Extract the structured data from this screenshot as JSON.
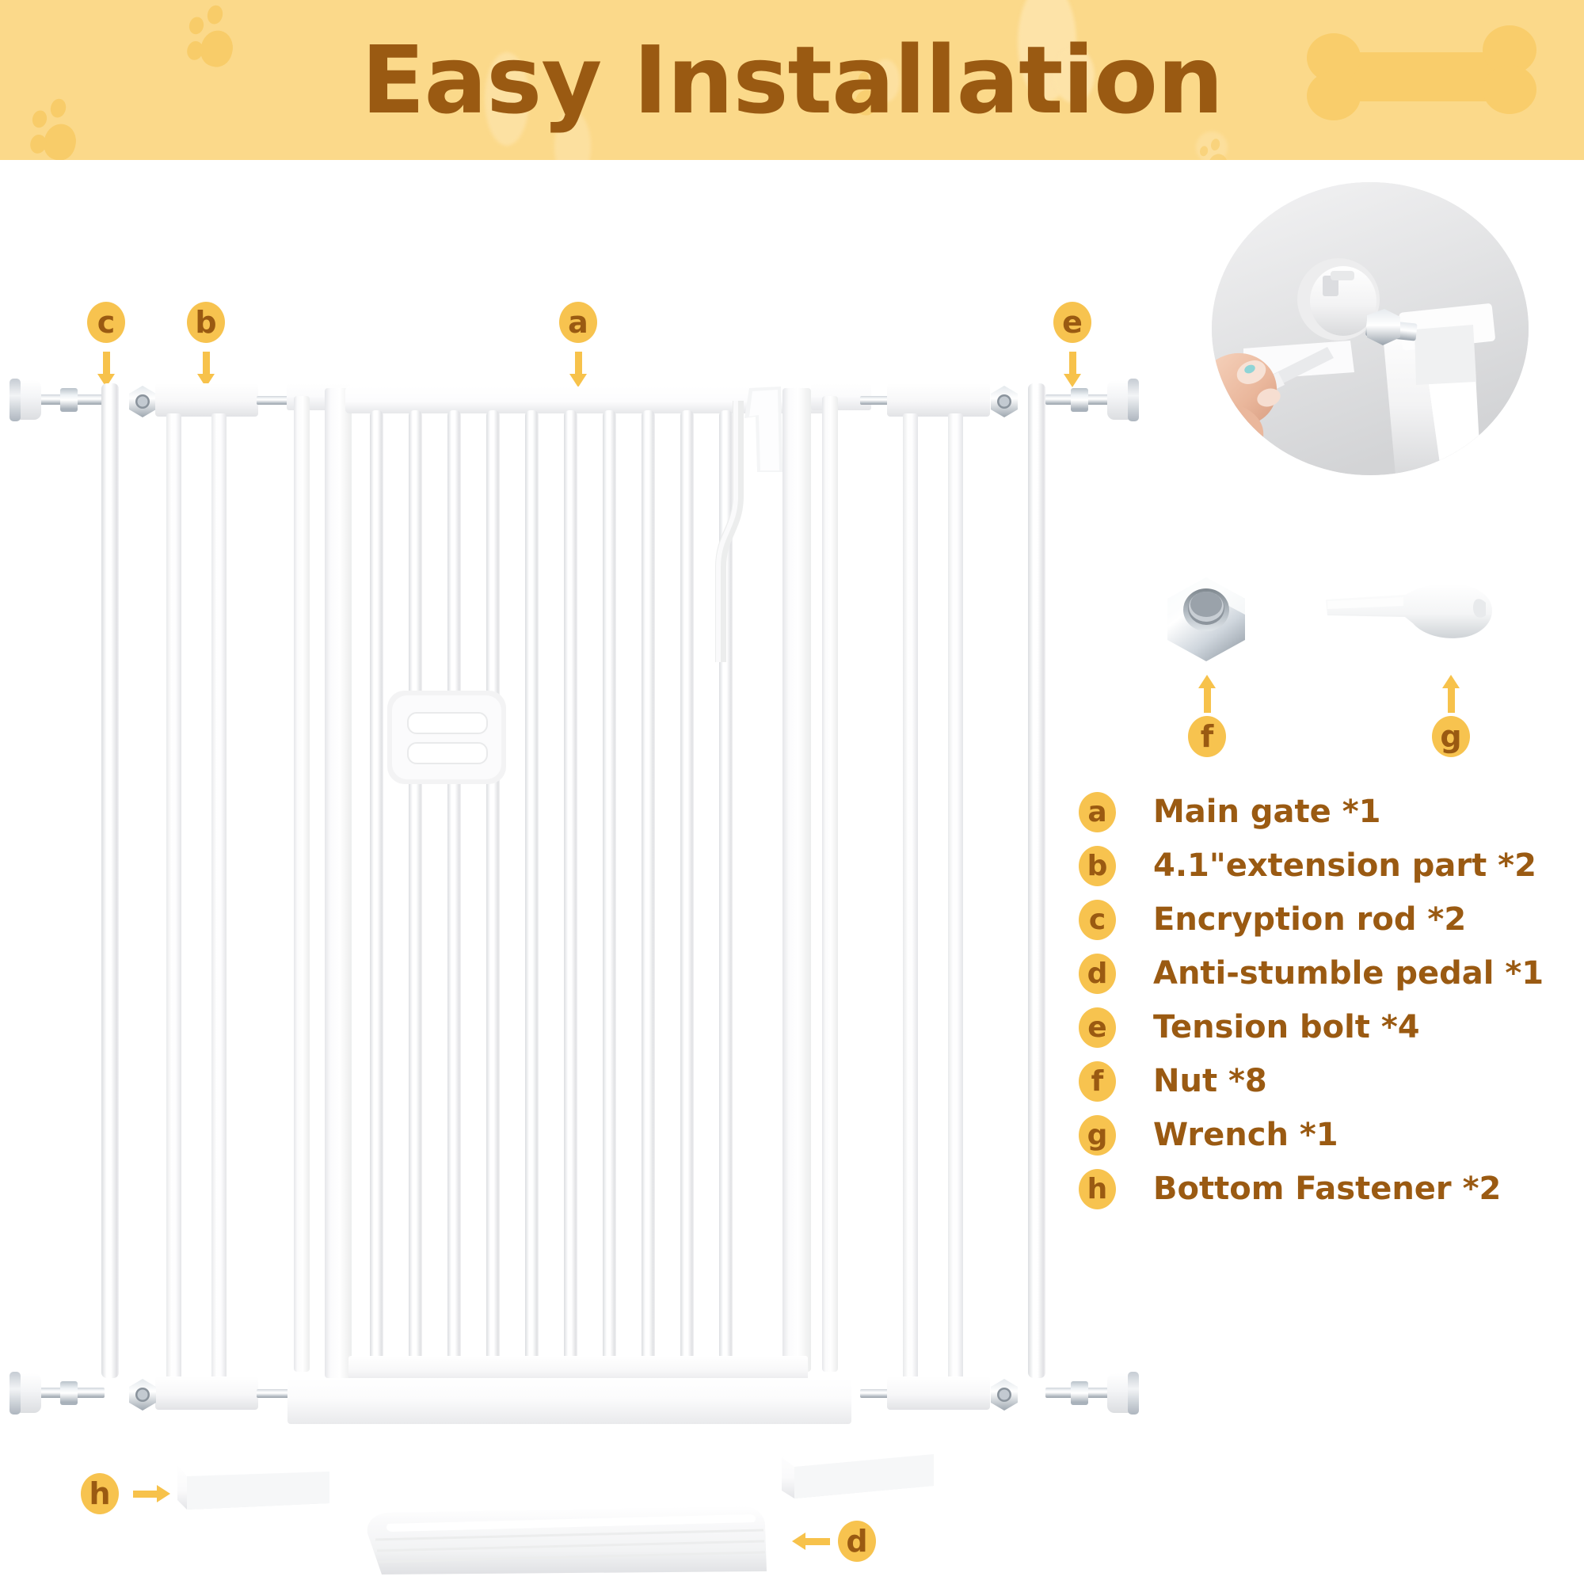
{
  "banner": {
    "title": "Easy Installation",
    "bg_color": "#FBD98A",
    "title_color": "#9A5A12",
    "decor_color": "#F9CD6B",
    "bone_icon": "bone-icon",
    "paw_icon": "paw-print-icon"
  },
  "theme": {
    "badge_bg": "#F7C34F",
    "badge_text": "#9A5A12",
    "arrow_color": "#F7C24B",
    "part_white": "#FFFFFF",
    "metal": "#C6CCD3"
  },
  "callouts": [
    {
      "id": "c",
      "label": "c",
      "direction": "down",
      "target": "encryption-rod-left"
    },
    {
      "id": "b",
      "label": "b",
      "direction": "down",
      "target": "extension-part-left"
    },
    {
      "id": "a",
      "label": "a",
      "direction": "down",
      "target": "main-gate"
    },
    {
      "id": "e",
      "label": "e",
      "direction": "down",
      "target": "tension-bolt-top-right"
    },
    {
      "id": "f",
      "label": "f",
      "direction": "up",
      "target": "nut"
    },
    {
      "id": "g",
      "label": "g",
      "direction": "up",
      "target": "wrench"
    },
    {
      "id": "h",
      "label": "h",
      "direction": "right",
      "target": "bottom-fastener-left"
    },
    {
      "id": "d",
      "label": "d",
      "direction": "left",
      "target": "anti-stumble-pedal"
    }
  ],
  "legend": {
    "items": [
      {
        "key": "a",
        "label": "Main gate *1"
      },
      {
        "key": "b",
        "label": "4.1\"extension part *2"
      },
      {
        "key": "c",
        "label": "Encryption rod *2"
      },
      {
        "key": "d",
        "label": "Anti-stumble pedal *1"
      },
      {
        "key": "e",
        "label": "Tension bolt *4"
      },
      {
        "key": "f",
        "label": "Nut *8"
      },
      {
        "key": "g",
        "label": "Wrench *1"
      },
      {
        "key": "h",
        "label": "Bottom Fastener *2"
      }
    ]
  },
  "inset": {
    "name": "installation-photo",
    "description": "Hand tightening tension bolt with wrench"
  },
  "parts": {
    "main_gate": "main-gate-assembly",
    "extension_part": "extension-part",
    "encryption_rod": "encryption-rod",
    "tension_bolt": "tension-bolt",
    "nut": "hex-nut",
    "wrench": "wrench-tool",
    "pedal": "anti-stumble-pedal",
    "fastener": "bottom-fastener"
  }
}
